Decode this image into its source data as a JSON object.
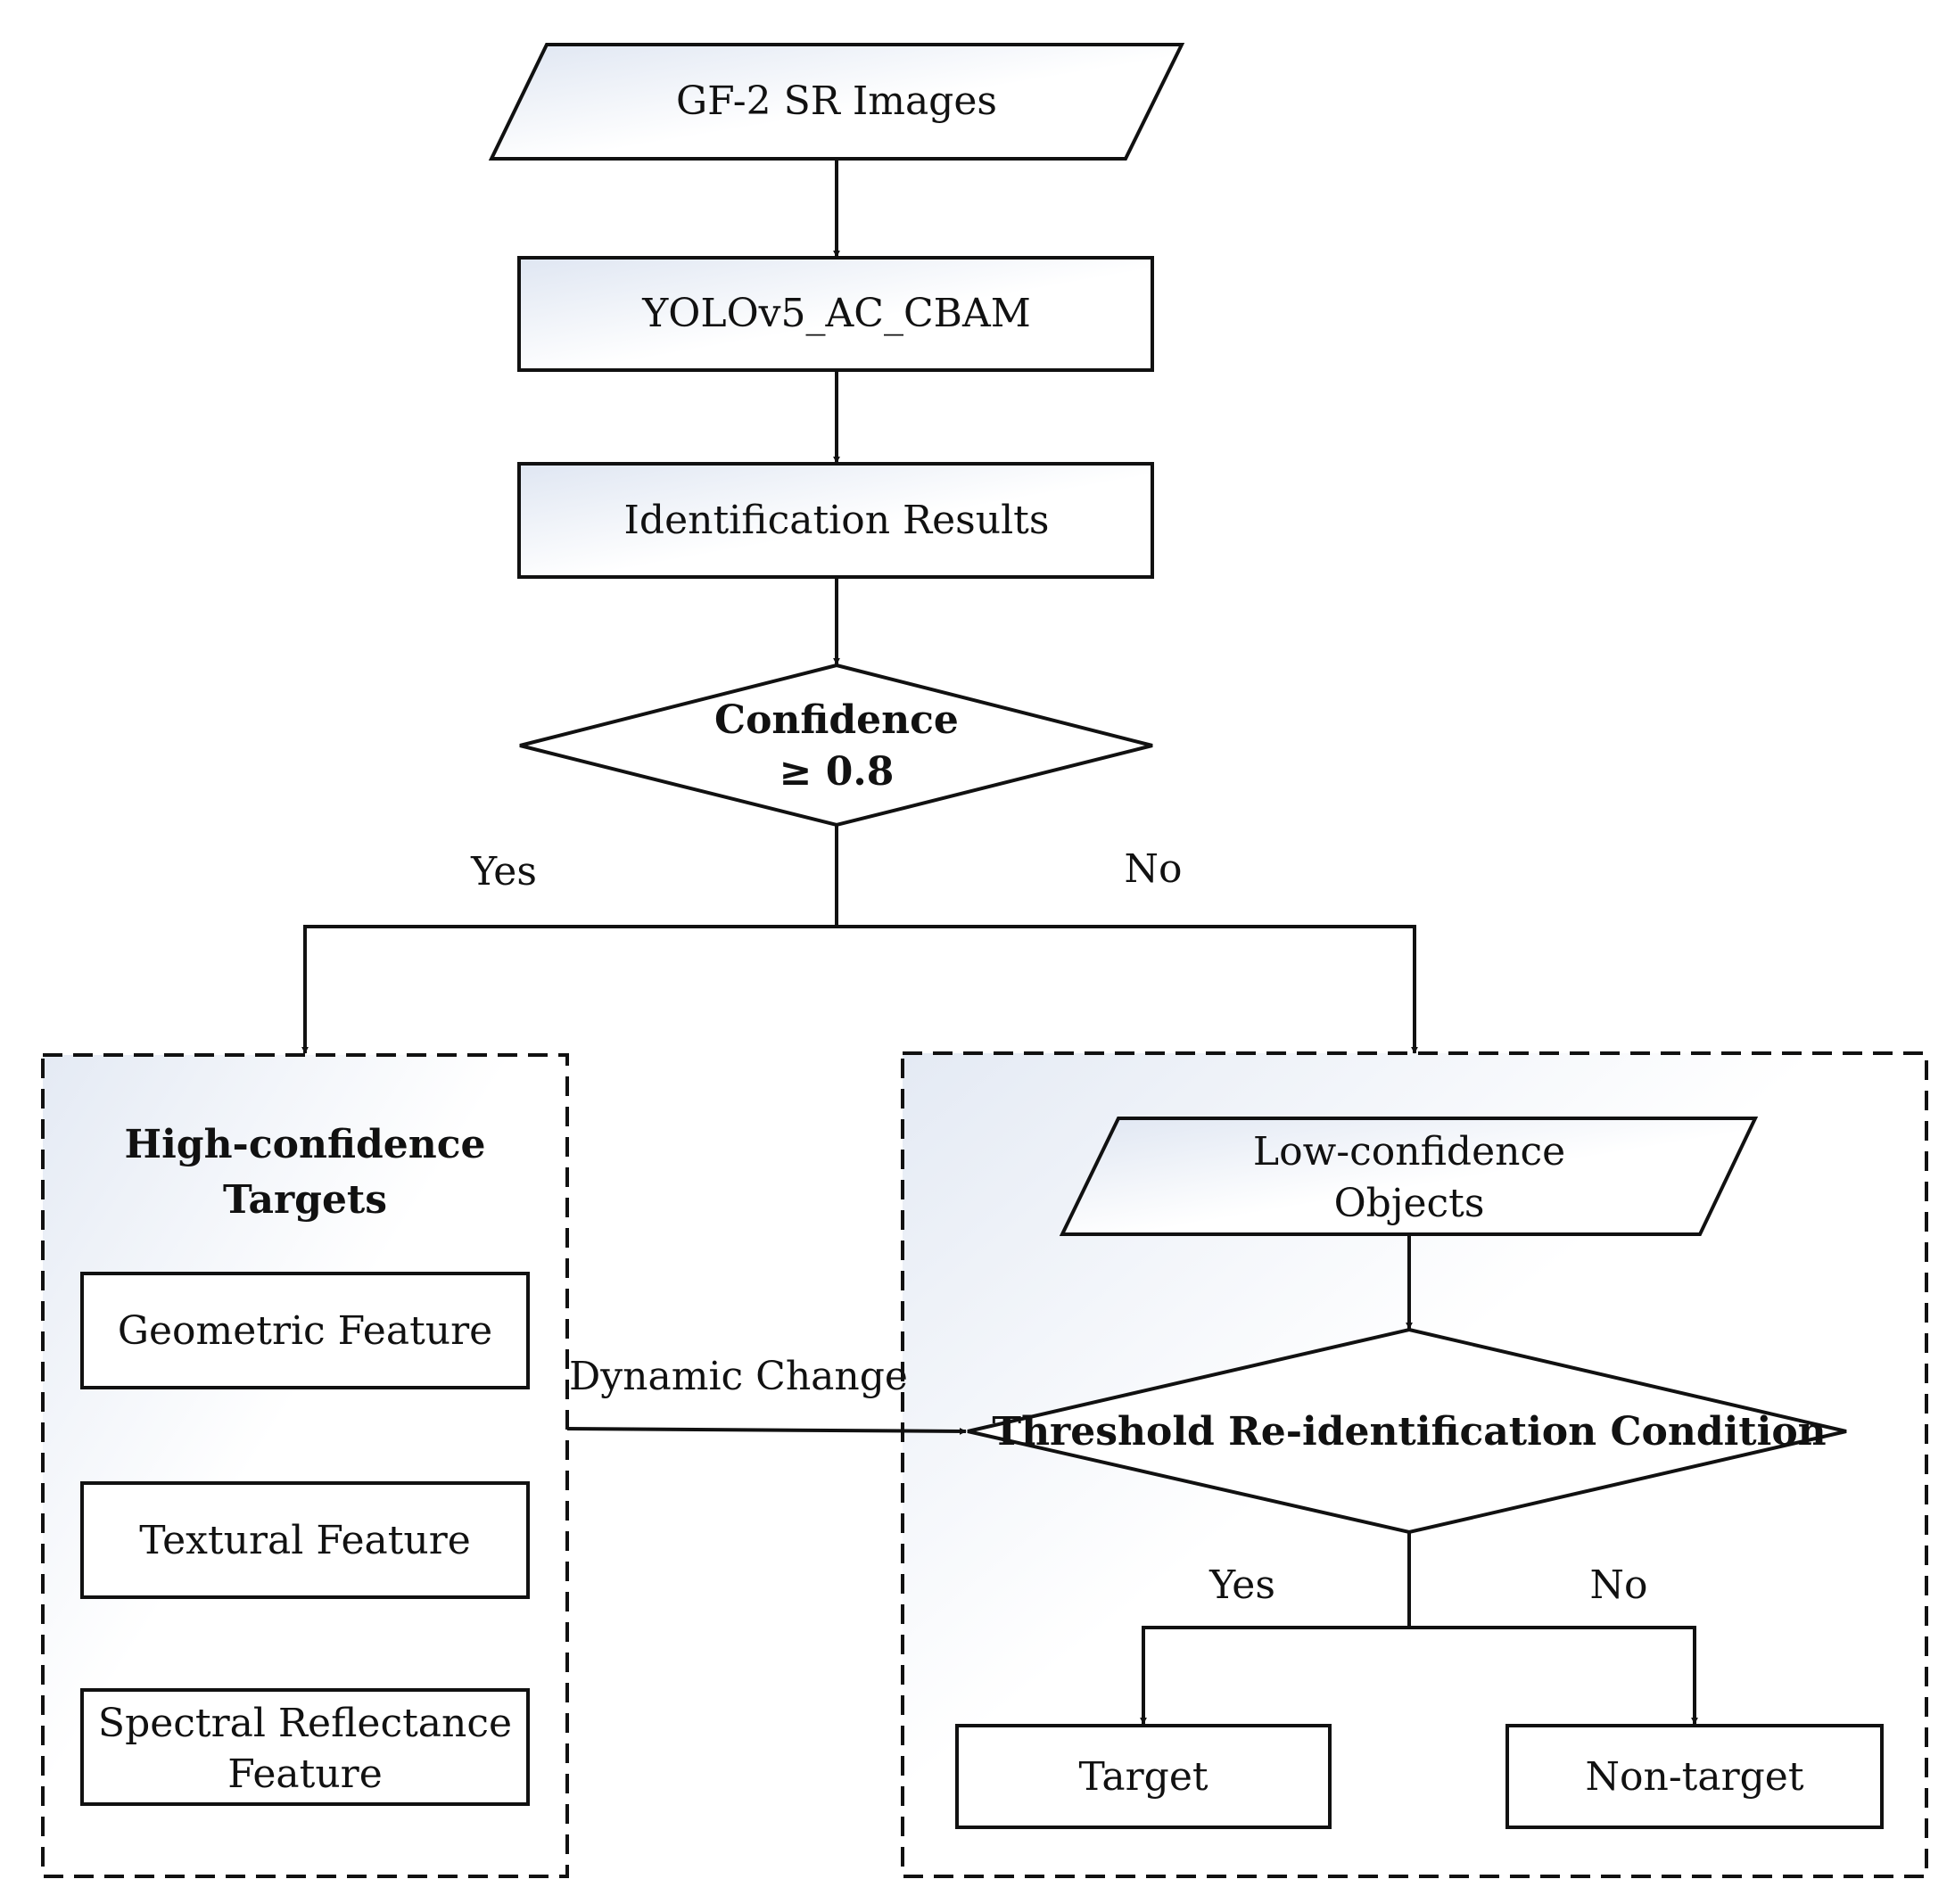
{
  "diagram": {
    "input": "GF-2 SR Images",
    "model": "YOLOv5_AC_CBAM",
    "results": "Identification Results",
    "decision": {
      "line1": "Confidence",
      "line2": "≥ 0.8"
    },
    "yes_label": "Yes",
    "no_label": "No",
    "high_confidence_group": {
      "title_line1": "High-confidence",
      "title_line2": "Targets",
      "features": {
        "geometric": "Geometric Feature",
        "textural": "Textural Feature",
        "spectral_line1": "Spectral Reflectance",
        "spectral_line2": "Feature"
      }
    },
    "dynamic_change_label": "Dynamic Change",
    "low_confidence_group": {
      "input_line1": "Low-confidence",
      "input_line2": "Objects",
      "condition": "Threshold Re-identification Condition",
      "yes_label": "Yes",
      "no_label": "No",
      "target": "Target",
      "non_target": "Non-target"
    }
  },
  "colors": {
    "stroke": "#111111",
    "fill_gradient_start": "#dfe6f2",
    "fill_gradient_end": "#ffffff"
  }
}
